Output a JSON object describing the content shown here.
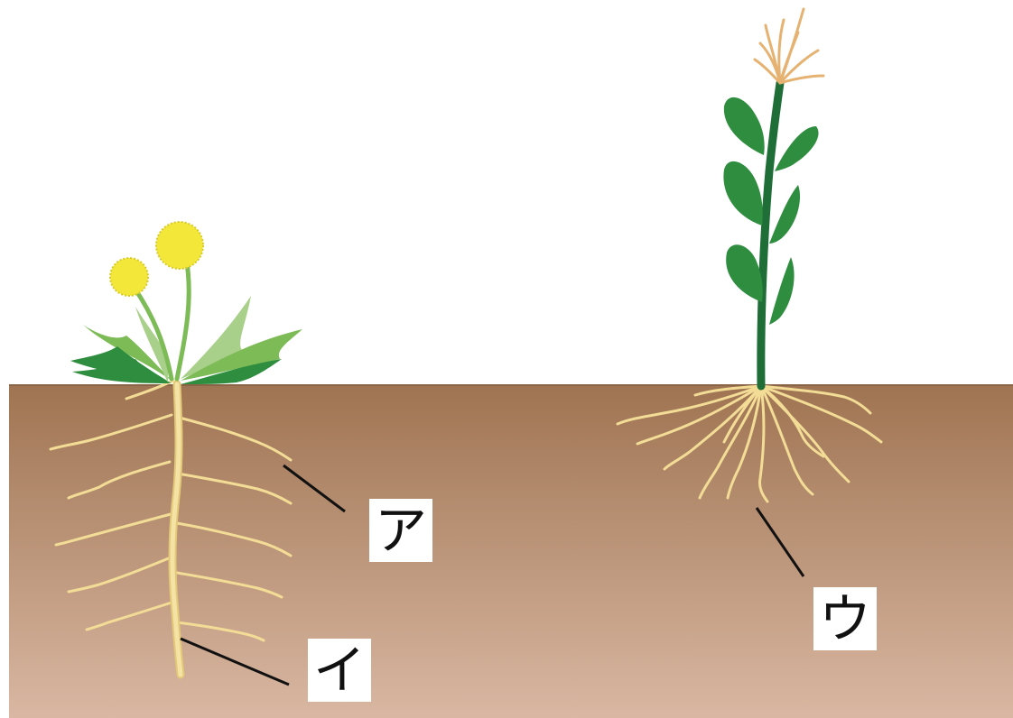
{
  "labels": {
    "a": "ア",
    "i": "イ",
    "u": "ウ"
  },
  "colors": {
    "soil_top": "#9f7452",
    "soil_bottom": "#d9b7a2",
    "surface_line": "#8a6446",
    "root": "#f2dc96",
    "root_outline": "#e2c878",
    "leaf_dark": "#2f8d3f",
    "leaf_light": "#7dbb57",
    "leaf_pale": "#a9d08a",
    "flower": "#f3e83a",
    "flower_edge": "#d8c92a",
    "stem_dark": "#1f6e37",
    "tassel": "#e6b271",
    "leader_line": "#111111"
  },
  "icons": {
    "plant_left": "dandelion-taproot-plant-icon",
    "plant_right": "corn-fibrous-root-plant-icon"
  }
}
